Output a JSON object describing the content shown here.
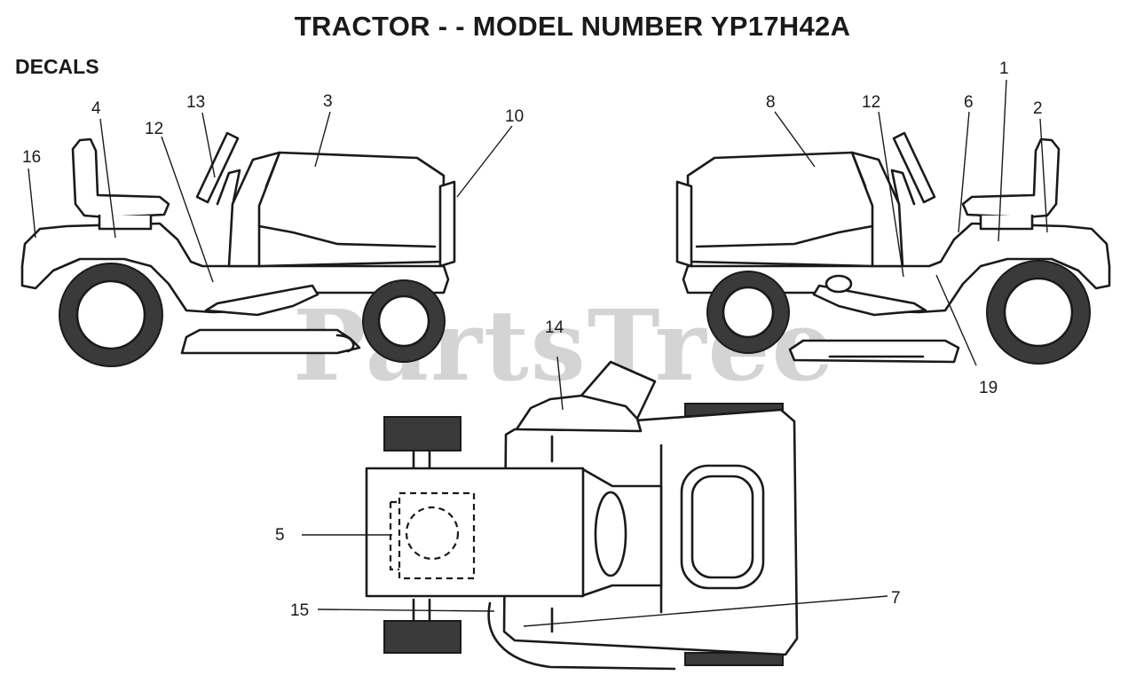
{
  "title": "TRACTOR - - MODEL NUMBER YP17H42A",
  "subtitle": "DECALS",
  "watermark": "PartsTree",
  "callouts": {
    "c1": "1",
    "c2": "2",
    "c3": "3",
    "c4": "4",
    "c5": "5",
    "c6": "6",
    "c7": "7",
    "c8": "8",
    "c10": "10",
    "c12a": "12",
    "c12b": "12",
    "c13": "13",
    "c14": "14",
    "c15": "15",
    "c16": "16",
    "c19": "19"
  }
}
